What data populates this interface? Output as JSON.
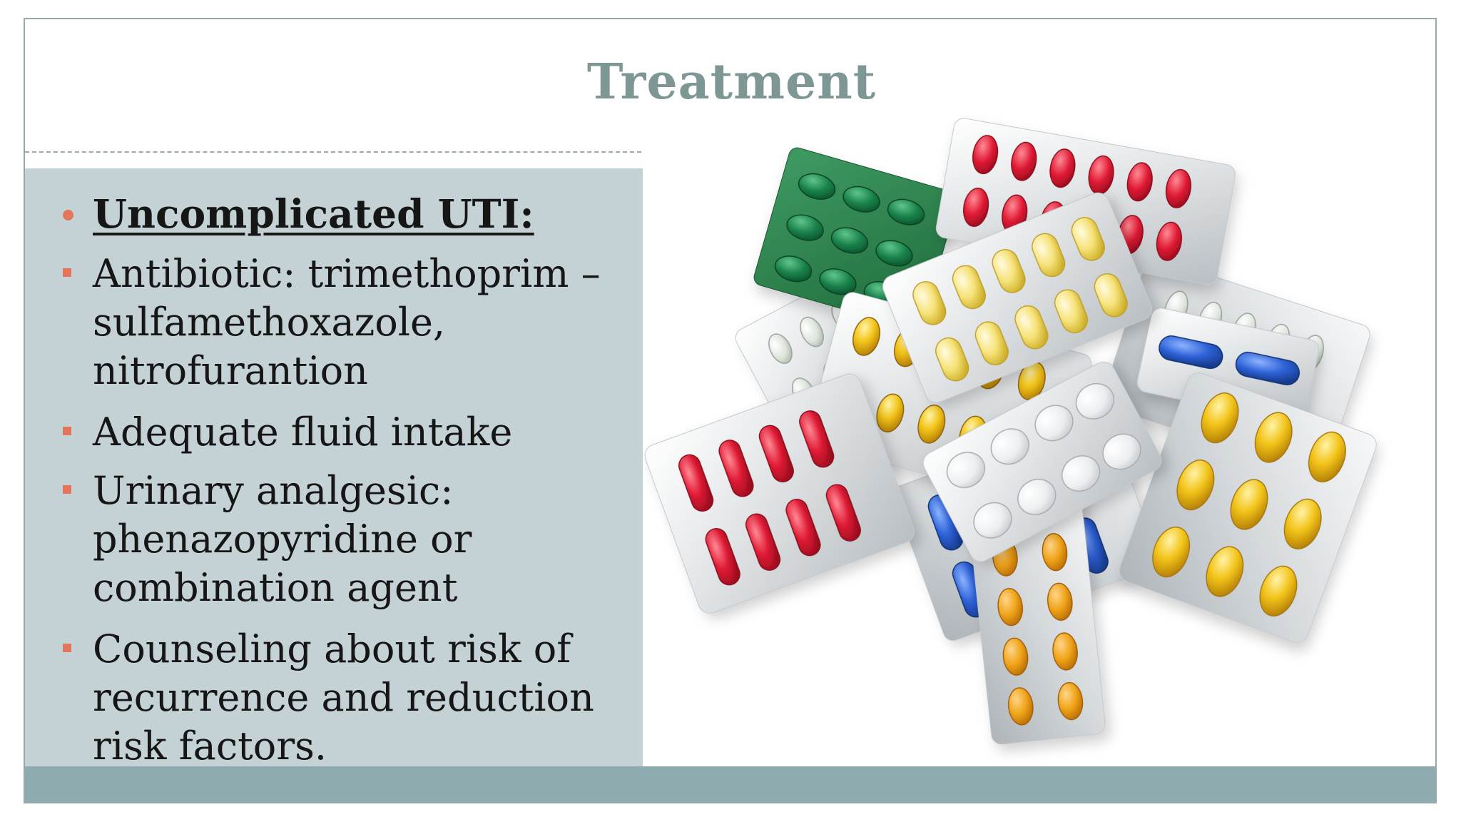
{
  "slide": {
    "title": "Treatment",
    "bullets": {
      "heading": "Uncomplicated UTI:",
      "items": [
        "Antibiotic: trimethoprim – sulfamethoxazole, nitrofurantion",
        "Adequate fluid intake",
        "Urinary analgesic: phenazopyridine or combination agent",
        "Counseling about risk of recurrence and reduction risk factors."
      ]
    },
    "image": {
      "icon": "blister-pack-pills-photo"
    },
    "colors": {
      "title": "#7e9794",
      "panel": "#c5d2d5",
      "bullet_marker": "#e2755a",
      "footer_band": "#8eacaf"
    }
  }
}
